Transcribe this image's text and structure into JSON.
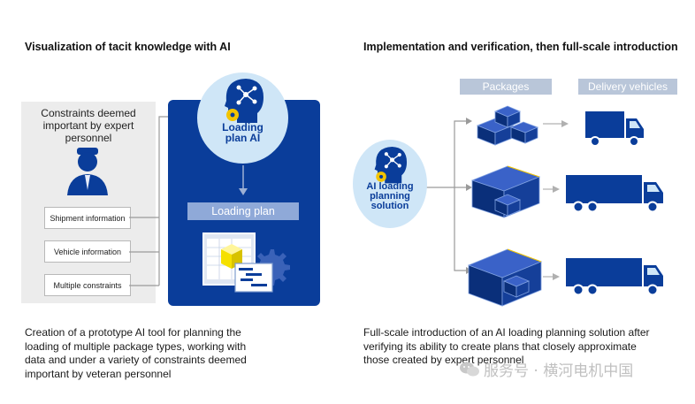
{
  "left": {
    "heading": "Visualization of tacit knowledge with AI",
    "constraints_title": "Constraints deemed important by expert personnel",
    "constraints": [
      "Shipment information",
      "Vehicle information",
      "Multiple constraints"
    ],
    "ai_label_line1": "Loading",
    "ai_label_line2": "plan AI",
    "loading_plan_label": "Loading plan",
    "caption_lines": [
      "Creation of a prototype AI tool for planning the",
      "loading of multiple package types, working with",
      "data and under a variety of constraints deemed",
      "important by veteran personnel"
    ]
  },
  "right": {
    "heading": "Implementation and verification, then full-scale introduction",
    "ai_label_line1": "AI loading",
    "ai_label_line2": "planning",
    "ai_label_line3": "solution",
    "packages_tag": "Packages",
    "vehicles_tag": "Delivery vehicles",
    "caption_lines": [
      "Full-scale introduction of an AI loading planning solution after",
      "verifying its ability to create plans that closely approximate",
      "those created by expert personnel"
    ]
  },
  "watermark": "服务号 · 横河电机中国",
  "colors": {
    "navy": "#0a3d9a",
    "light_blue": "#cfe6f7",
    "gray_panel": "#ececec",
    "tag_gray": "#b9c6d9",
    "gear_yellow": "#f2c400"
  }
}
